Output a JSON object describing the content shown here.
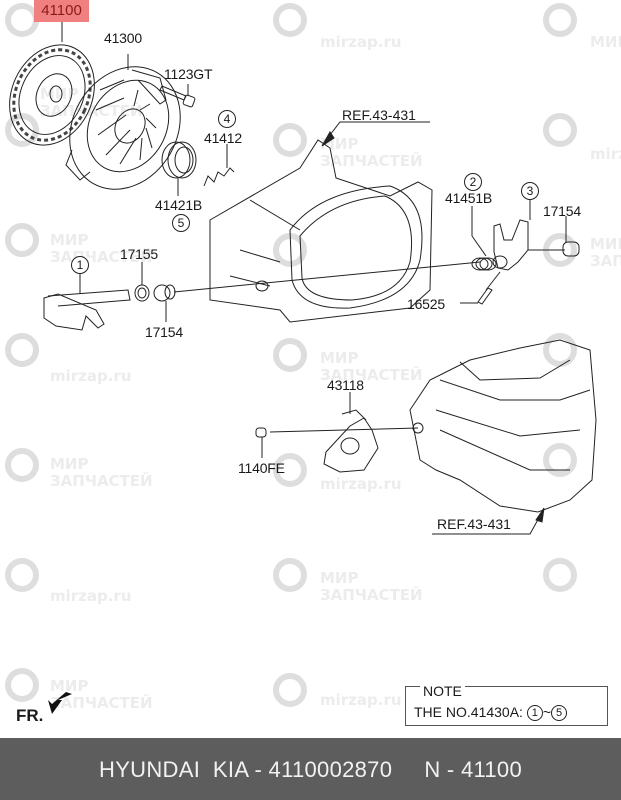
{
  "diagram": {
    "highlighted_part": "41100",
    "labels": {
      "p41100": "41100",
      "p41300": "41300",
      "p1123GT": "1123GT",
      "p41412": "41412",
      "p41421B": "41421B",
      "p41451B": "41451B",
      "p17154_right": "17154",
      "p17155": "17155",
      "p17154_left": "17154",
      "p16525": "16525",
      "p43118": "43118",
      "p1140FE": "1140FE",
      "ref_top": "REF.43-431",
      "ref_bottom": "REF.43-431"
    },
    "callouts": {
      "c1": "1",
      "c2": "2",
      "c3": "3",
      "c4": "4",
      "c5": "5"
    },
    "note": {
      "title": "NOTE",
      "text": "THE NO.41430A:",
      "range_start": "1",
      "range_sep": "~",
      "range_end": "5"
    },
    "direction": "FR."
  },
  "watermarks": {
    "line1": "МИР",
    "line2": "ЗАПЧАСТЕЙ",
    "site": "mirzap.ru"
  },
  "footer": {
    "text": "HYUNDAI  KIA - 4110002870     N - 41100"
  },
  "colors": {
    "highlight_bg": "#f08080",
    "highlight_text": "#8b1a1a",
    "footer_bg": "#5d5d5d",
    "footer_text": "#f2f2f2",
    "watermark": "#ececec"
  }
}
